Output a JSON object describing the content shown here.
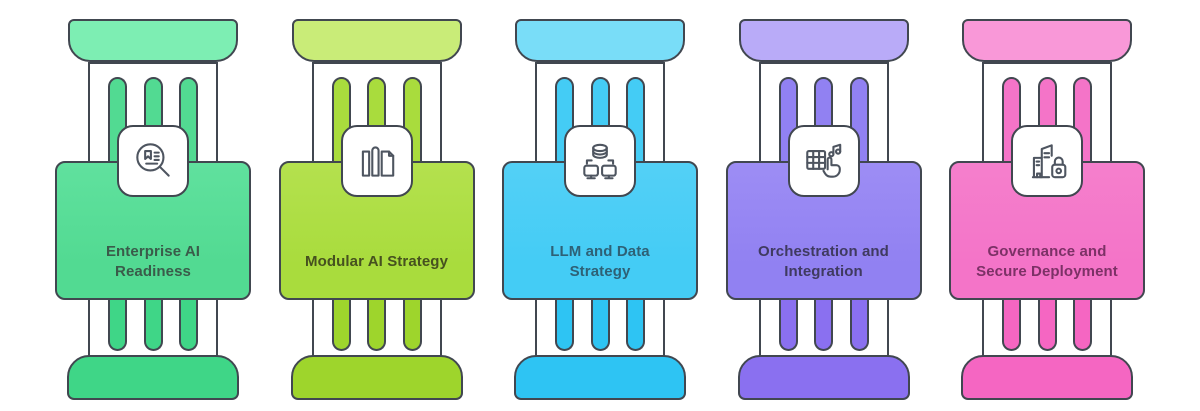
{
  "background": "#ffffff",
  "outline_color": "#414750",
  "icon_stroke_color": "#4e5560",
  "pillars": [
    {
      "label": "Enterprise AI\nReadiness",
      "icon": "magnifier-document-icon",
      "colors": {
        "cap": "#7deeb3",
        "card_light": "#60e19e",
        "card": "#52da92",
        "base": "#3fd687",
        "text": "#3a5b4a"
      }
    },
    {
      "label": "Modular AI Strategy",
      "icon": "modular-files-icon",
      "colors": {
        "cap": "#c9ec78",
        "card_light": "#b4e14e",
        "card": "#a9dc3d",
        "base": "#9ed52c",
        "text": "#46511f"
      }
    },
    {
      "label": "LLM and Data\nStrategy",
      "icon": "database-network-icon",
      "colors": {
        "cap": "#79ddf8",
        "card_light": "#53d0f6",
        "card": "#44ccf5",
        "base": "#2ec4f3",
        "text": "#2e6176"
      }
    },
    {
      "label": "Orchestration and\nIntegration",
      "icon": "grid-hand-music-icon",
      "colors": {
        "cap": "#b9abf8",
        "card_light": "#9d8df4",
        "card": "#9181f2",
        "base": "#8a70f0",
        "text": "#3f3a60"
      }
    },
    {
      "label": "Governance and\nSecure Deployment",
      "icon": "city-lock-icon",
      "colors": {
        "cap": "#f998d8",
        "card_light": "#f57fcc",
        "card": "#f474c8",
        "base": "#f566c2",
        "text": "#7c3166"
      }
    }
  ]
}
